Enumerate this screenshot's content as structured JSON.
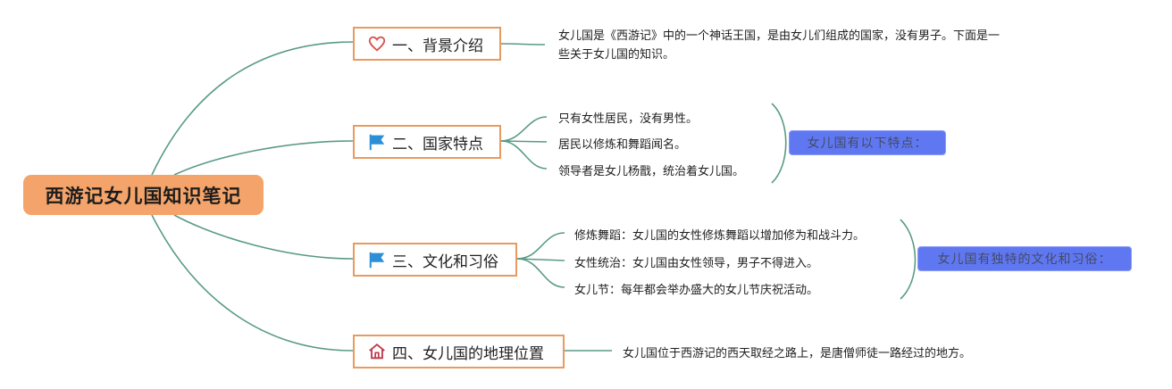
{
  "root": {
    "label": "西游记女儿国知识笔记"
  },
  "topics": [
    {
      "label": "一、背景介绍",
      "icon": "heart-icon"
    },
    {
      "label": "二、国家特点",
      "icon": "flag-icon"
    },
    {
      "label": "三、文化和习俗",
      "icon": "flag-icon"
    },
    {
      "label": "四、女儿国的地理位置",
      "icon": "home-icon"
    }
  ],
  "details": {
    "background": "女儿国是《西游记》中的一个神话王国，是由女儿们组成的国家，没有男子。下面是一些关于女儿国的知识。",
    "features": [
      "只有女性居民，没有男性。",
      "居民以修炼和舞蹈闻名。",
      "领导者是女儿杨戬，统治着女儿国。"
    ],
    "culture": [
      "修炼舞蹈：女儿国的女性修炼舞蹈以增加修为和战斗力。",
      "女性统治：女儿国由女性领导，男子不得进入。",
      "女儿节：每年都会举办盛大的女儿节庆祝活动。"
    ],
    "location": "女儿国位于西游记的西天取经之路上，是唐僧师徒一路经过的地方。"
  },
  "summaries": {
    "features": "女儿国有以下特点：",
    "culture": "女儿国有独特的文化和习俗："
  },
  "colors": {
    "connector": "#5a9a86",
    "root_fill": "#f4a46a",
    "topic_border": "#e89a5f",
    "summary_fill": "#5f78f2",
    "heart": "#d9534f",
    "flag": "#2a8fd6",
    "home": "#c0394a"
  }
}
